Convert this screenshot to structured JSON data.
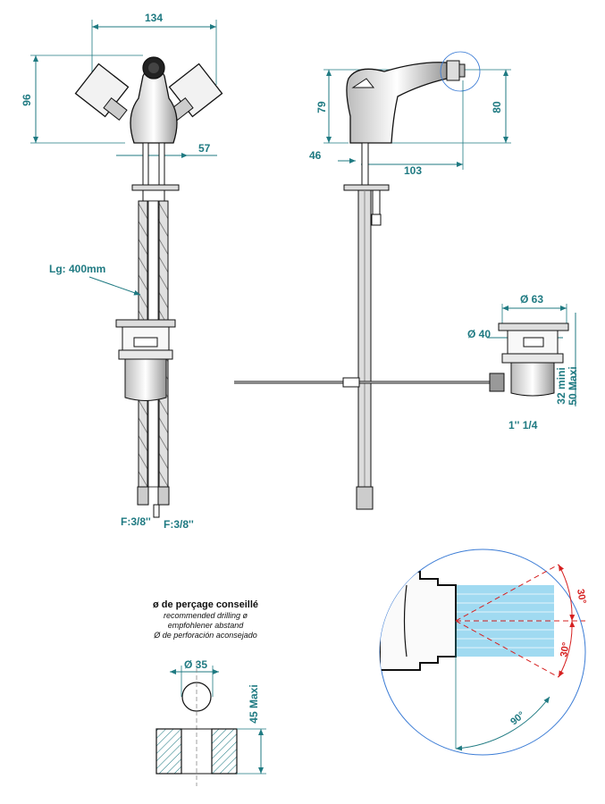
{
  "colors": {
    "dimension": "#1f7a82",
    "line": "#111111",
    "angle": "#d62020",
    "spray": "#8fd3ef",
    "circle": "#3a7bd5"
  },
  "front_view": {
    "width": "134",
    "height": "96",
    "spacing": "57",
    "hose_length": "Lg: 400mm",
    "thread_left": "F:3/8''",
    "thread_right": "F:3/8''"
  },
  "side_view": {
    "height_body": "79",
    "height_spout": "80",
    "offset": "46",
    "reach": "103"
  },
  "waste": {
    "outer_diameter": "Ø 63",
    "inner_diameter": "Ø 40",
    "thickness": "32 mini\n50 Maxi",
    "thickness_top": "32  mini",
    "thickness_bottom": "50 Maxi",
    "thread": "1'' 1/4"
  },
  "drilling": {
    "title": "ø de perçage conseillé",
    "subtitle_en": "recommended drilling ø",
    "subtitle_de": "empfohlener abstand",
    "subtitle_es": "Ø de perforación aconsejado",
    "diameter": "Ø 35",
    "max_thickness": "45  Maxi"
  },
  "spray_detail": {
    "angle_up": "30°",
    "angle_down": "30°",
    "angle_rotation": "90°"
  }
}
